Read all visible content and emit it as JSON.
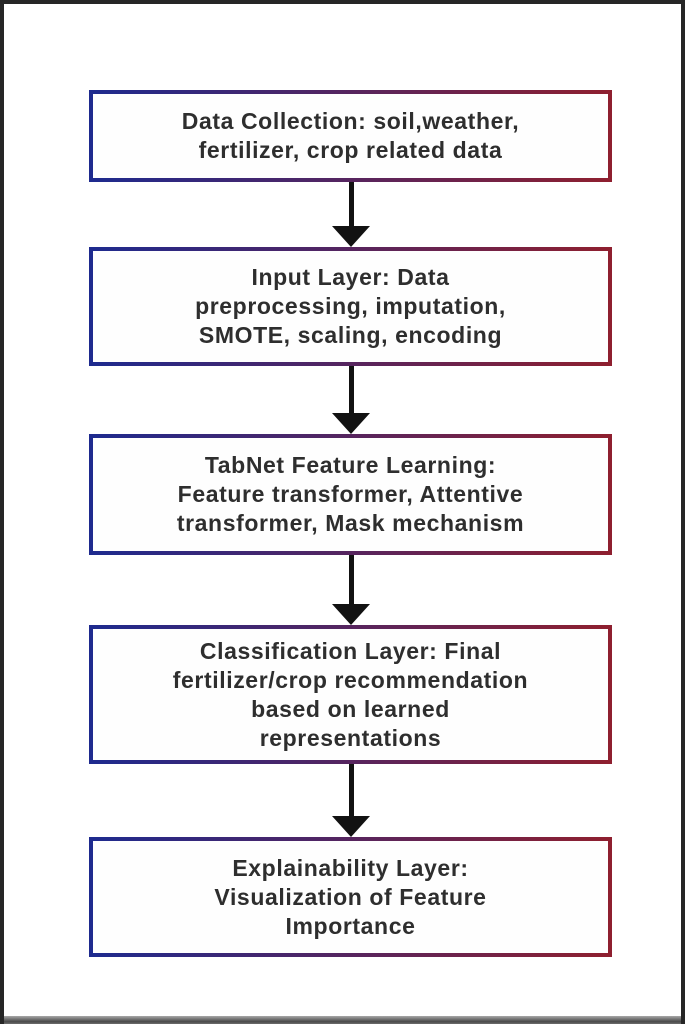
{
  "colors": {
    "box_border_left": "#1e2a8e",
    "box_border_right": "#8e1f2f",
    "arrow": "#121212",
    "text": "#2e2e2e",
    "frame_border": "#262626",
    "page_bg": "#ffffff"
  },
  "boxes": [
    {
      "id": "data-collection",
      "lines": [
        "Data Collection: soil,weather,",
        "fertilizer, crop related data"
      ]
    },
    {
      "id": "input-layer",
      "lines": [
        "Input Layer: Data",
        "preprocessing, imputation,",
        "SMOTE, scaling, encoding"
      ]
    },
    {
      "id": "tabnet-feature-learning",
      "lines": [
        "TabNet Feature Learning:",
        "Feature transformer, Attentive",
        "transformer, Mask mechanism"
      ]
    },
    {
      "id": "classification-layer",
      "lines": [
        "Classification Layer: Final",
        "fertilizer/crop recommendation",
        "based on learned",
        "representations"
      ]
    },
    {
      "id": "explainability-layer",
      "lines": [
        "Explainability Layer:",
        "Visualization of Feature",
        "Importance"
      ]
    }
  ]
}
